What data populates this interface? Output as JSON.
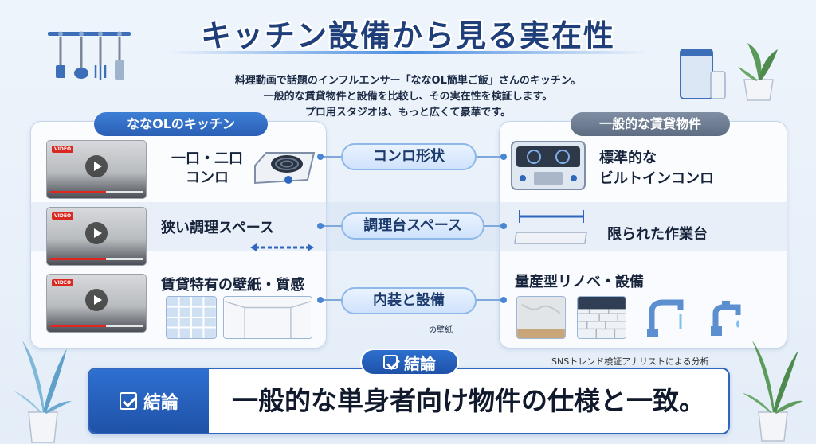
{
  "title": "キッチン設備から見る実在性",
  "intro": {
    "line1": "料理動画で話題のインフルエンサー「ななOL簡単ご飯」さんのキッチン。",
    "line2": "一般的な賃貸物件と設備を比較し、その実在性を検証します。",
    "line3": "プロ用スタジオは、もっと広くて豪華です。"
  },
  "left_header": "ななOLのキッチン",
  "right_header": "一般的な賃貸物件",
  "video_badge": "VIDEO",
  "rows": [
    {
      "left": "一口・二口\nコンロ",
      "middle": "コンロ形状",
      "right": "標準的な\nビルトインコンロ"
    },
    {
      "left": "狭い調理スペース",
      "middle": "調理台スペース",
      "right": "限られた作業台"
    },
    {
      "left": "賃貸特有の壁紙・質感",
      "middle": "内装と設備",
      "right": "量産型リノベ・設備"
    }
  ],
  "middle_note": "の壁紙",
  "credit": "SNSトレンド検証アナリストによる分析",
  "conclusion": {
    "tab_label": "結論",
    "box_label": "結論",
    "text": "一般的な単身者向け物件の仕様と一致。"
  },
  "colors": {
    "accent": "#2f67bf",
    "title": "#1f3f7a",
    "neutral": "#6c7a8f"
  }
}
